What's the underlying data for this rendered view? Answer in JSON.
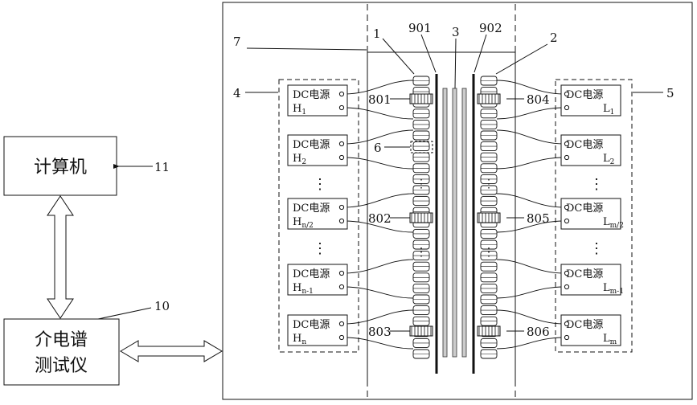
{
  "labels": {
    "n1": "1",
    "n2": "2",
    "n3": "3",
    "n4": "4",
    "n5": "5",
    "n6": "6",
    "n7": "7",
    "n10": "10",
    "n11": "11",
    "n901": "901",
    "n902": "902",
    "n801": "801",
    "n802": "802",
    "n803": "803",
    "n804": "804",
    "n805": "805",
    "n806": "806"
  },
  "computer": {
    "label": "计算机"
  },
  "analyzer": {
    "line1": "介电谱",
    "line2": "测试仪"
  },
  "left_sources": [
    {
      "title": "DC电源",
      "name": "H",
      "sub": "1"
    },
    {
      "title": "DC电源",
      "name": "H",
      "sub": "2"
    },
    {
      "title": "DC电源",
      "name": "H",
      "sub": "n/2"
    },
    {
      "title": "DC电源",
      "name": "H",
      "sub": "n-1"
    },
    {
      "title": "DC电源",
      "name": "H",
      "sub": "n"
    }
  ],
  "right_sources": [
    {
      "title": "DC电源",
      "name": "L",
      "sub": "1"
    },
    {
      "title": "DC电源",
      "name": "L",
      "sub": "2"
    },
    {
      "title": "DC电源",
      "name": "L",
      "sub": "m/2"
    },
    {
      "title": "DC电源",
      "name": "L",
      "sub": "m-1"
    },
    {
      "title": "DC电源",
      "name": "L",
      "sub": "m"
    }
  ],
  "ellipsis": "⋮"
}
